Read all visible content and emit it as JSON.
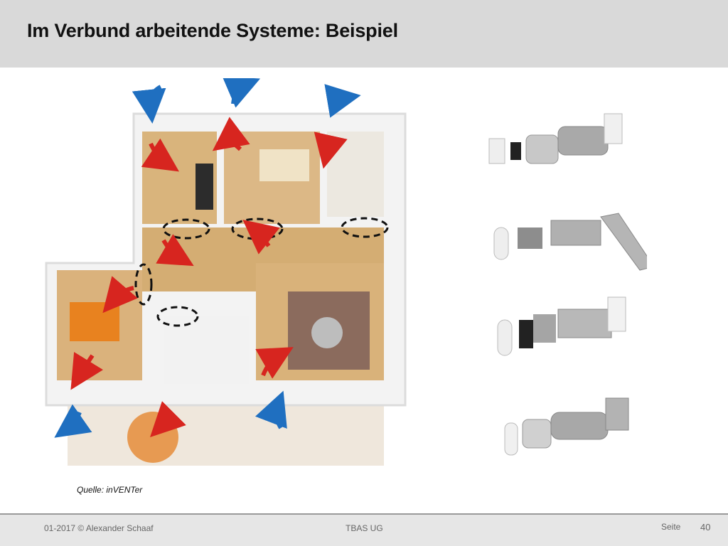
{
  "slide": {
    "title": "Im Verbund arbeitende Systeme: Beispiel",
    "source": "Quelle: inVENTer"
  },
  "footer": {
    "left": "01-2017 © Alexander Schaaf",
    "center": "TBAS UG",
    "seite_label": "Seite",
    "page_number": "40"
  },
  "figure": {
    "airflow_arrow_color": "#d7251f",
    "outside_arrow_color": "#1f6fc0",
    "floor_color": "#d7b27a",
    "wall_color": "#f2f2f2",
    "device_count": 4
  }
}
